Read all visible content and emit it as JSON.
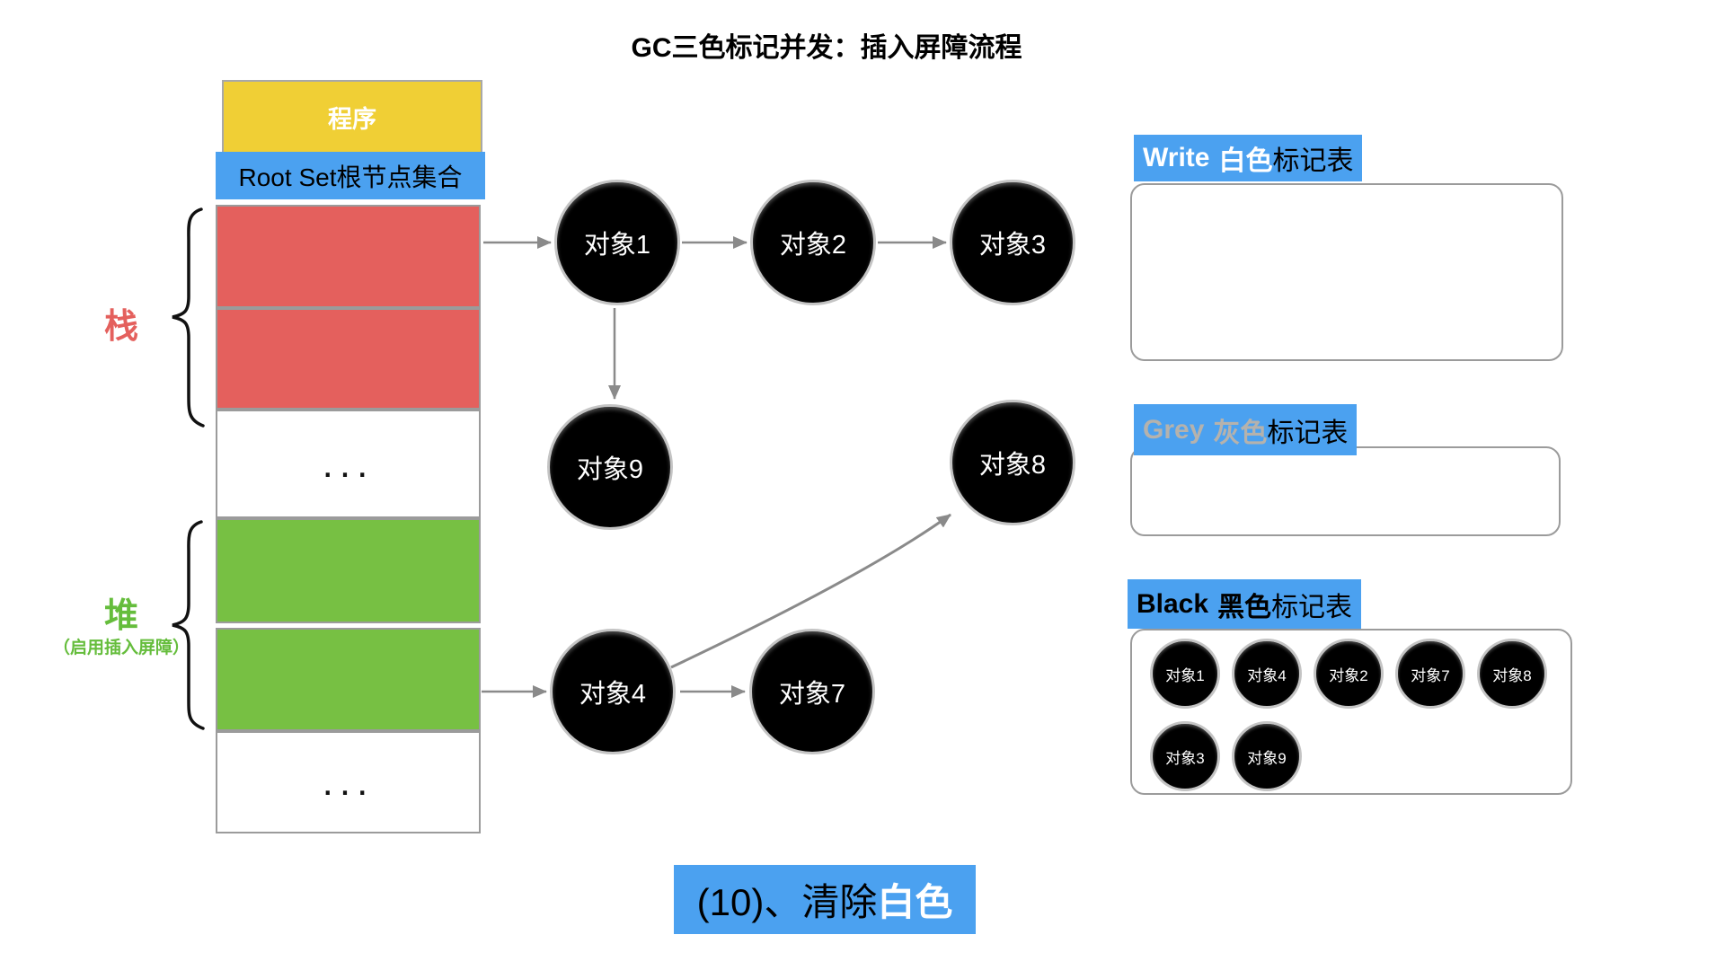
{
  "title": "GC三色标记并发：插入屏障流程",
  "memory_column": {
    "program": "程序",
    "root_set": "Root Set根节点集合",
    "stack_brace_label": "栈",
    "heap_brace_label": "堆",
    "heap_brace_sublabel": "（启用插入屏障）",
    "ellipsis_top": "...",
    "ellipsis_bottom": "..."
  },
  "graph_nodes": {
    "obj1": "对象1",
    "obj2": "对象2",
    "obj3": "对象3",
    "obj4": "对象4",
    "obj7": "对象7",
    "obj8": "对象8",
    "obj9": "对象9"
  },
  "tables": {
    "white": {
      "en": "Write",
      "color_word": "白色",
      "suffix": "标记表",
      "items": []
    },
    "grey": {
      "en": "Grey",
      "color_word": "灰色",
      "suffix": "标记表",
      "items": []
    },
    "black": {
      "en": "Black",
      "color_word": "黑色",
      "suffix": "标记表",
      "items": [
        "对象1",
        "对象4",
        "对象2",
        "对象7",
        "对象8",
        "对象3",
        "对象9"
      ]
    }
  },
  "caption": {
    "prefix": "(10)、清除",
    "highlight": "白色"
  },
  "colors": {
    "accent_blue": "#4BA1F0",
    "stack_red": "#E4605D",
    "heap_green": "#77C043",
    "program_yellow": "#F0CF35",
    "grey_text": "#b5b2ad",
    "arrow_grey": "#8a8a8a"
  }
}
